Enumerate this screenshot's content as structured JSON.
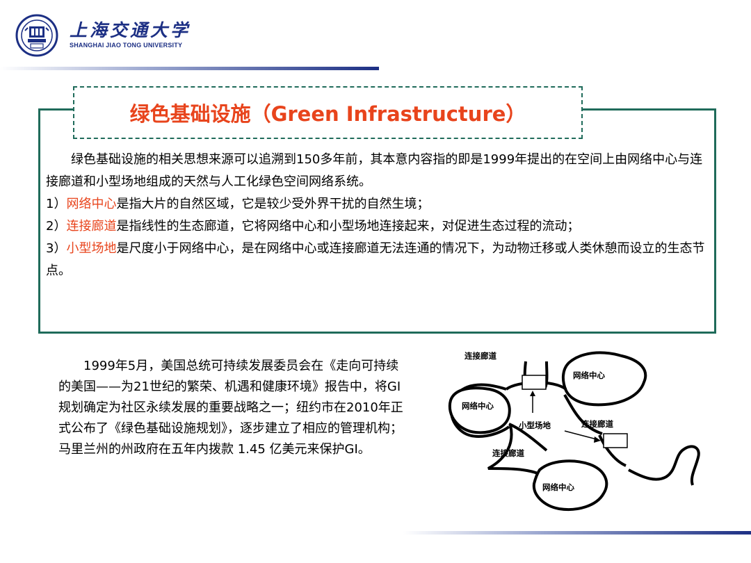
{
  "header": {
    "university_cn": "上海交通大学",
    "university_en": "SHANGHAI  JIAO TONG  UNIVERSITY",
    "logo_icon": "university-seal-icon"
  },
  "title": "绿色基础设施（Green Infrastructure）",
  "intro": {
    "p1": "绿色基础设施的相关思想来源可以追溯到150多年前，其本意内容指的即是1999年提出的在空间上由网络中心与连接廊道和小型场地组成的天然与人工化绿色空间网络系统。",
    "items": [
      {
        "prefix": "1）",
        "term": "网络中心",
        "rest": "是指大片的自然区域，它是较少受外界干扰的自然生境；"
      },
      {
        "prefix": "2）",
        "term": "连接廊道",
        "rest": "是指线性的生态廊道，它将网络中心和小型场地连接起来，对促进生态过程的流动；"
      },
      {
        "prefix": "3）",
        "term": "小型场地",
        "rest": "是尺度小于网络中心，是在网络中心或连接廊道无法连通的情况下，为动物迁移或人类休憩而设立的生态节点。"
      }
    ]
  },
  "history": "1999年5月，美国总统可持续发展委员会在《走向可持续的美国——为21世纪的繁荣、机遇和健康环境》报告中，将GI规划确定为社区永续发展的重要战略之一；纽约市在2010年正式公布了《绿色基础设施规划》，逐步建立了相应的管理机构；马里兰州的州政府在五年内拨款 1.45 亿美元来保护GI。",
  "diagram": {
    "label_corridor_top": "连接廊道",
    "label_hub_top_right": "网络中心",
    "label_hub_left": "网络中心",
    "label_site": "小型场地",
    "label_corridor_right": "连接廊道",
    "label_corridor_middle": "连接廊道",
    "label_hub_bottom": "网络中心"
  },
  "colors": {
    "accent_red": "#e8441c",
    "frame_green": "#1f6b5a",
    "brand_blue": "#1c2f84"
  }
}
